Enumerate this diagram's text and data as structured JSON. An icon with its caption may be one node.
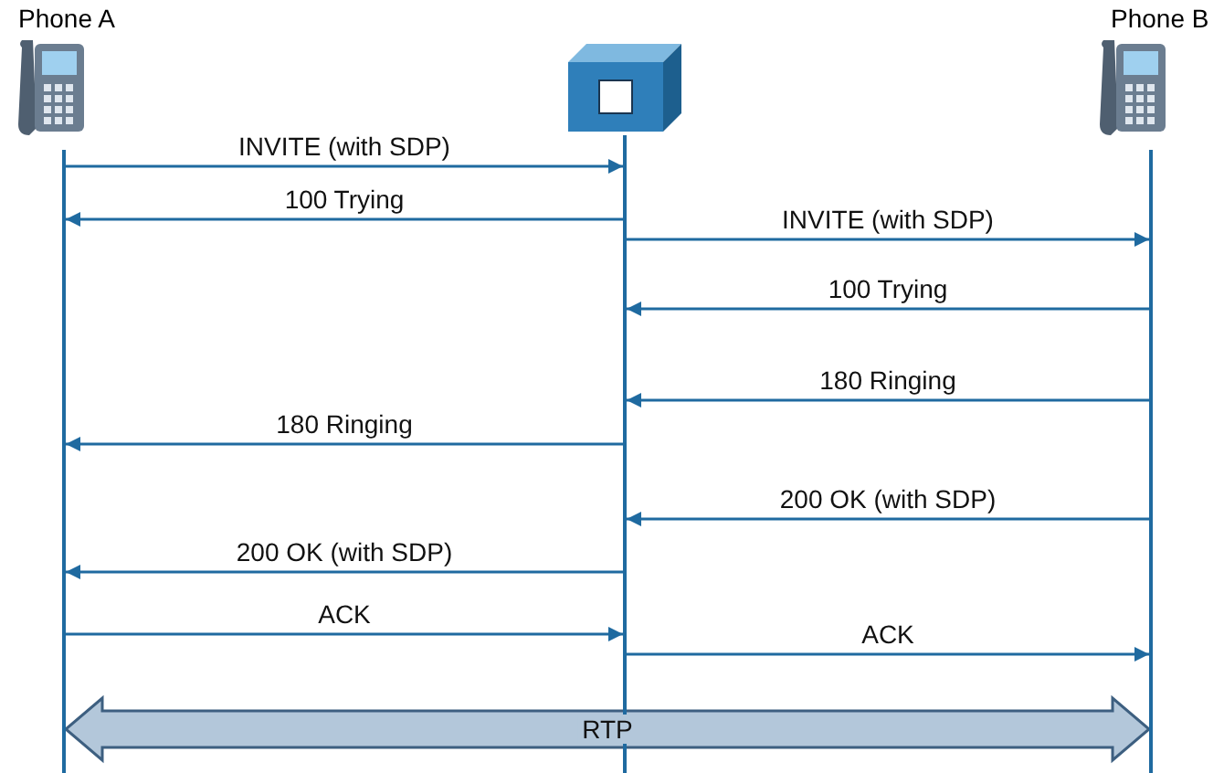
{
  "diagram": {
    "nodes": [
      {
        "text": [
          "Phone A"
        ]
      },
      {
        "text": [],
        "shape": "box"
      },
      {
        "text": [
          "Phone B"
        ]
      },
      {
        "text": [],
        "shape": "bar"
      },
      {
        "text": [],
        "shape": "bar"
      },
      {
        "text": [],
        "shape": "bar"
      }
    ],
    "edges": [
      {
        "from": 3,
        "to": 4,
        "arrow": "to",
        "label": "INVITE (with SDP)"
      },
      {
        "from": 4,
        "to": 3,
        "arrow": "to",
        "label": "100 Trying"
      },
      {
        "from": 4,
        "to": 5,
        "arrow": "to",
        "label": "INVITE (with SDP)"
      },
      {
        "from": 5,
        "to": 4,
        "arrow": "to",
        "label": "100 Trying"
      },
      {
        "from": 5,
        "to": 4,
        "arrow": "to",
        "label": "180 Ringing"
      },
      {
        "from": 4,
        "to": 3,
        "arrow": "to",
        "label": "180 Ringing"
      },
      {
        "from": 5,
        "to": 4,
        "arrow": "to",
        "label": "200 OK (with SDP)"
      },
      {
        "from": 4,
        "to": 3,
        "arrow": "to",
        "label": "200 OK (with SDP)"
      },
      {
        "from": 3,
        "to": 4,
        "arrow": "to",
        "label": "ACK"
      },
      {
        "from": 4,
        "to": 5,
        "arrow": "to",
        "label": "ACK"
      },
      {
        "from": 3,
        "to": 5,
        "arrow": "both",
        "label": "RTP",
        "style": "thick",
        "color": "#b3c7da"
      }
    ]
  }
}
